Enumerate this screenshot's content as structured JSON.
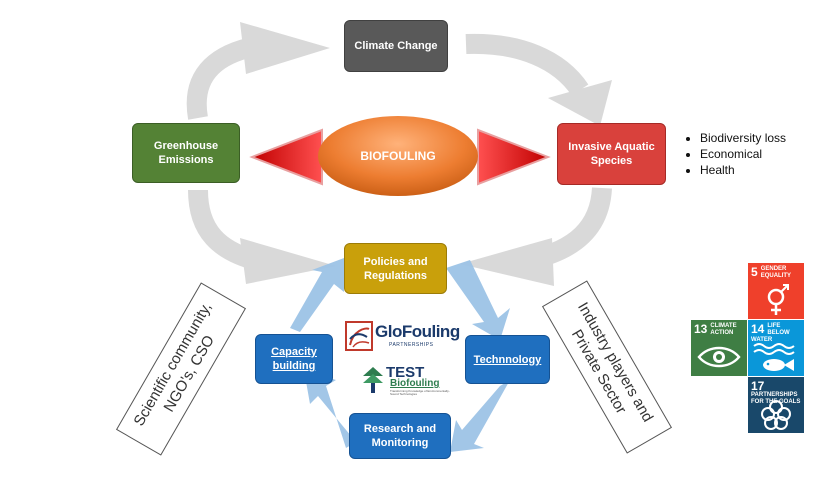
{
  "nodes": {
    "climate": "Climate Change",
    "greenhouse": "Greenhouse Emissions",
    "biofouling": "BIOFOULING",
    "invasive": "Invasive Aquatic Species",
    "policies": "Policies and Regulations",
    "capacity": "Capacity building",
    "technology": "Technnology",
    "research": "Research and Monitoring"
  },
  "impacts": [
    "Biodiversity loss",
    "Economical",
    "Health"
  ],
  "stakeholders": {
    "left": "Scientific community, NGO's, CSO",
    "right": "Industry players and Private Sector"
  },
  "logos": {
    "glofouling": "GloFouling",
    "glofouling_sub": "PARTNERSHIPS",
    "test_top": "TEST",
    "test_bottom": "Biofouling",
    "test_sub": "Transforming Knowledge of Environmentally-Sound Technologies"
  },
  "sdgs": [
    {
      "num": "5",
      "label": "GENDER EQUALITY",
      "color": "#ef402b"
    },
    {
      "num": "13",
      "label": "CLIMATE ACTION",
      "color": "#3f7e44"
    },
    {
      "num": "14",
      "label": "LIFE BELOW WATER",
      "color": "#0a97d9"
    },
    {
      "num": "17",
      "label": "PARTNERSHIPS FOR THE GOALS",
      "color": "#19486a"
    }
  ],
  "colors": {
    "climate": "#595959",
    "greenhouse": "#548235",
    "biofouling": "#ed7d31",
    "invasive": "#d9413c",
    "policies": "#c9a00b",
    "blue_boxes": "#1f6fbf",
    "cycle_arrows": "#d9d9d9",
    "inner_arrows": "#9dc3e6",
    "red_arrows": "#c00000"
  }
}
